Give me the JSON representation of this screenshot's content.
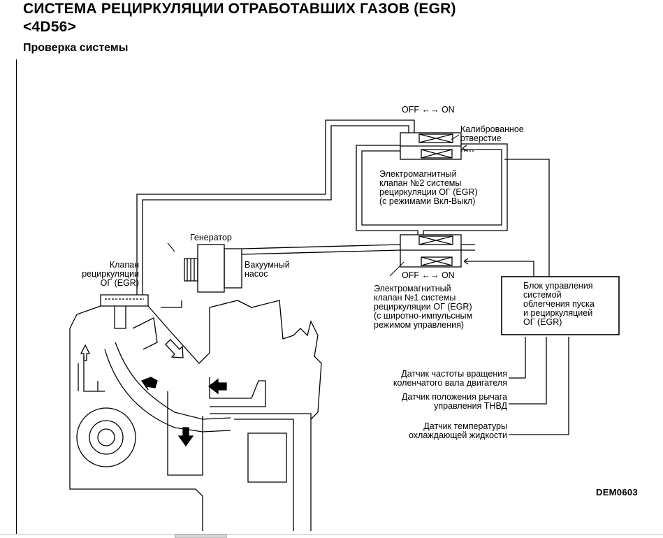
{
  "title": {
    "line1": "СИСТЕМА РЕЦИРКУЛЯЦИИ ОТРАБОТАВШИХ ГАЗОВ (EGR)",
    "line2": "<4D56>"
  },
  "subtitle": "Проверка системы",
  "labels": {
    "off_on_top": "OFF ←→ ON",
    "off_on_bottom": "OFF ←→ ON",
    "calibrated_orifice": "Калиброванное\nотверстие",
    "solenoid2": "Электромагнитный\nклапан №2 системы\nрециркуляции ОГ (EGR)\n(с режимами Вкл-Выкл)",
    "generator": "Генератор",
    "vacuum_pump": "Вакуумный\nнасос",
    "egr_valve": "Клапан\nрециркуляции\nОГ (EGR)",
    "solenoid1": "Электромагнитный\nклапан №1 системы\nрециркуляции ОГ (EGR)\n(с широтно-импульсным\nрежимом управления)",
    "control_unit": "Блок управления\nсистемой\nоблегчения пуска\nи рециркуляцией\nОГ (EGR)",
    "sensor_rpm": "Датчик частоты вращения\nколенчатого вала двигателя",
    "sensor_lever": "Датчик положения рычага\nуправления ТНВД",
    "sensor_coolant": "Датчик температуры\nохлаждающей жидкости"
  },
  "figure_code": "DEM0603"
}
